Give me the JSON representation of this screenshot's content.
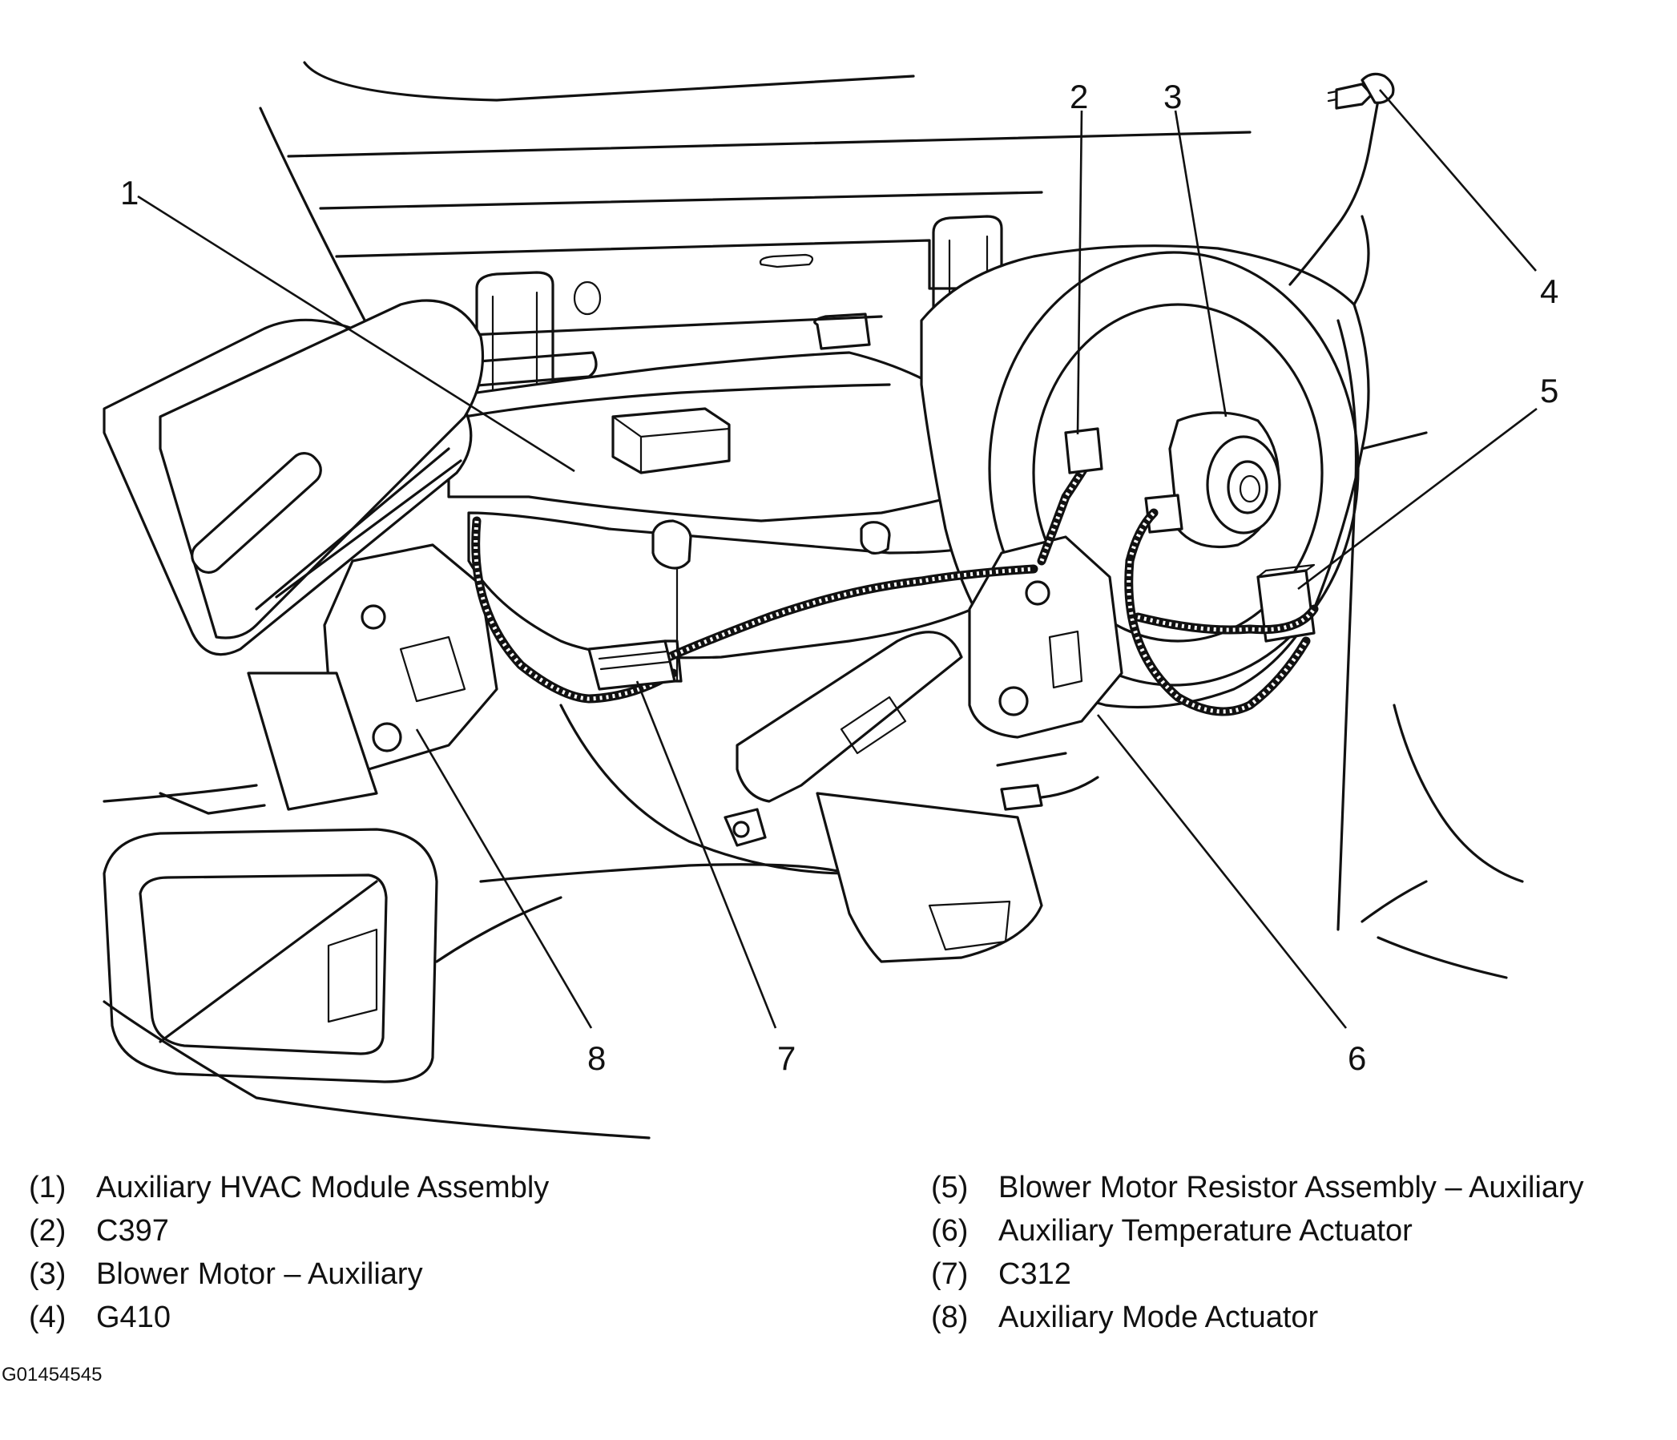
{
  "callouts": [
    {
      "num": "1"
    },
    {
      "num": "2"
    },
    {
      "num": "3"
    },
    {
      "num": "4"
    },
    {
      "num": "5"
    },
    {
      "num": "6"
    },
    {
      "num": "7"
    },
    {
      "num": "8"
    }
  ],
  "legend": {
    "left": [
      {
        "num": "(1)",
        "label": "Auxiliary HVAC Module Assembly"
      },
      {
        "num": "(2)",
        "label": "C397"
      },
      {
        "num": "(3)",
        "label": "Blower Motor – Auxiliary"
      },
      {
        "num": "(4)",
        "label": "G410"
      }
    ],
    "right": [
      {
        "num": "(5)",
        "label": "Blower Motor Resistor Assembly – Auxiliary"
      },
      {
        "num": "(6)",
        "label": "Auxiliary Temperature Actuator"
      },
      {
        "num": "(7)",
        "label": "C312"
      },
      {
        "num": "(8)",
        "label": "Auxiliary Mode Actuator"
      }
    ]
  },
  "figure_id": "G01454545"
}
